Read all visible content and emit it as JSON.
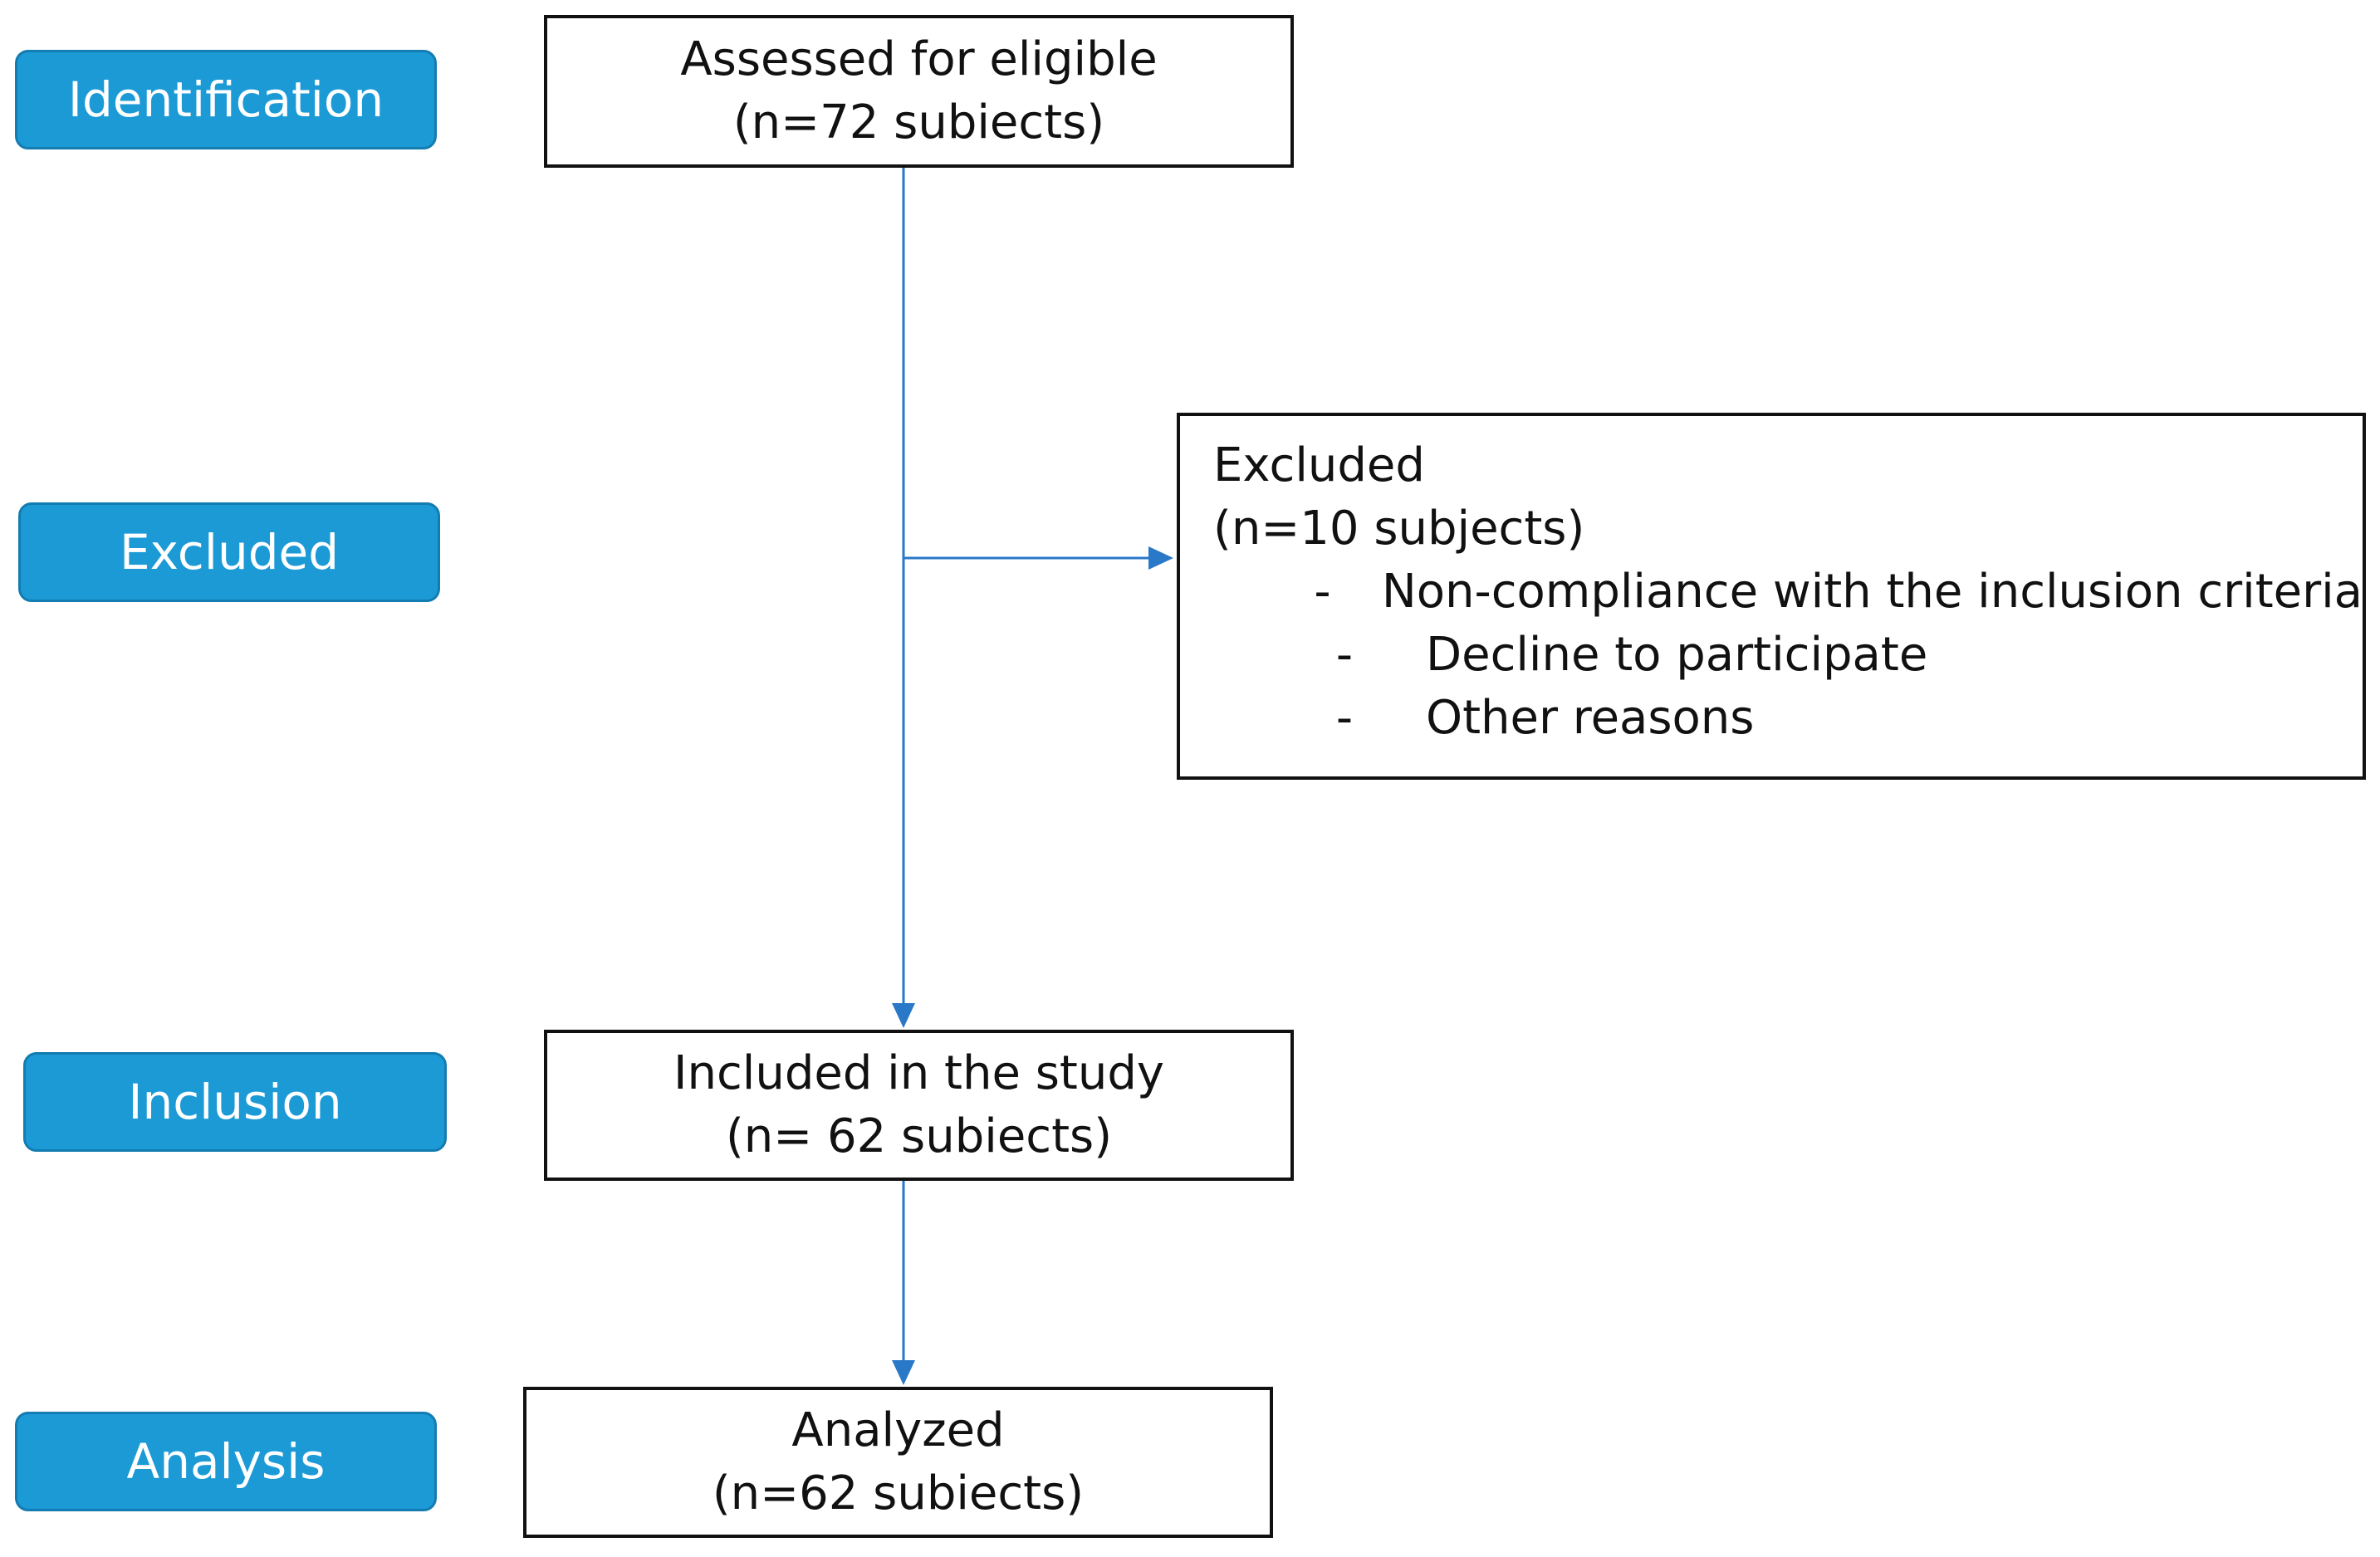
{
  "stages": {
    "identification": "Identification",
    "excluded": "Excluded",
    "inclusion": "Inclusion",
    "analysis": "Analysis"
  },
  "boxes": {
    "assessed": {
      "line1": "Assessed for eligible",
      "line2": "(n=72 subiects)"
    },
    "excluded": {
      "line1": "Excluded",
      "line2": "(n=10 subjects)",
      "bullet": "-",
      "reasons": [
        "Non-compliance with the inclusion criteria",
        "Decline to participate",
        "Other reasons"
      ]
    },
    "included": {
      "line1": "Included in the study",
      "line2": "(n= 62 subiects)"
    },
    "analyzed": {
      "line1": "Analyzed",
      "line2": "(n=62 subiects)"
    }
  },
  "colors": {
    "stage_fill": "#1b9ad6",
    "stage_border": "#137cb0",
    "arrow": "#2a78c8",
    "box_border": "#111111"
  }
}
